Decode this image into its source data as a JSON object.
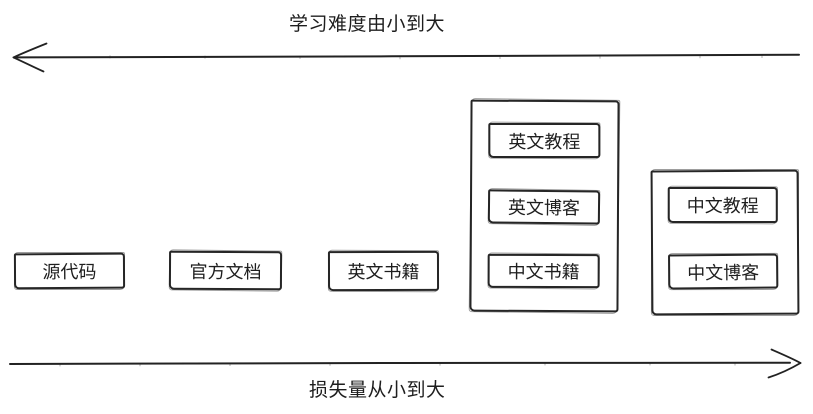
{
  "top_axis": {
    "label": "学习难度由小到大",
    "direction": "left"
  },
  "bottom_axis": {
    "label": "损失量从小到大",
    "direction": "right"
  },
  "items": [
    {
      "label": "源代码"
    },
    {
      "label": "官方文档"
    },
    {
      "label": "英文书籍"
    }
  ],
  "groups": [
    {
      "items": [
        {
          "label": "英文教程"
        },
        {
          "label": "英文博客"
        },
        {
          "label": "中文书籍"
        }
      ]
    },
    {
      "items": [
        {
          "label": "中文教程"
        },
        {
          "label": "中文博客"
        }
      ]
    }
  ],
  "colors": {
    "ink": "#262626",
    "background": "#ffffff"
  }
}
